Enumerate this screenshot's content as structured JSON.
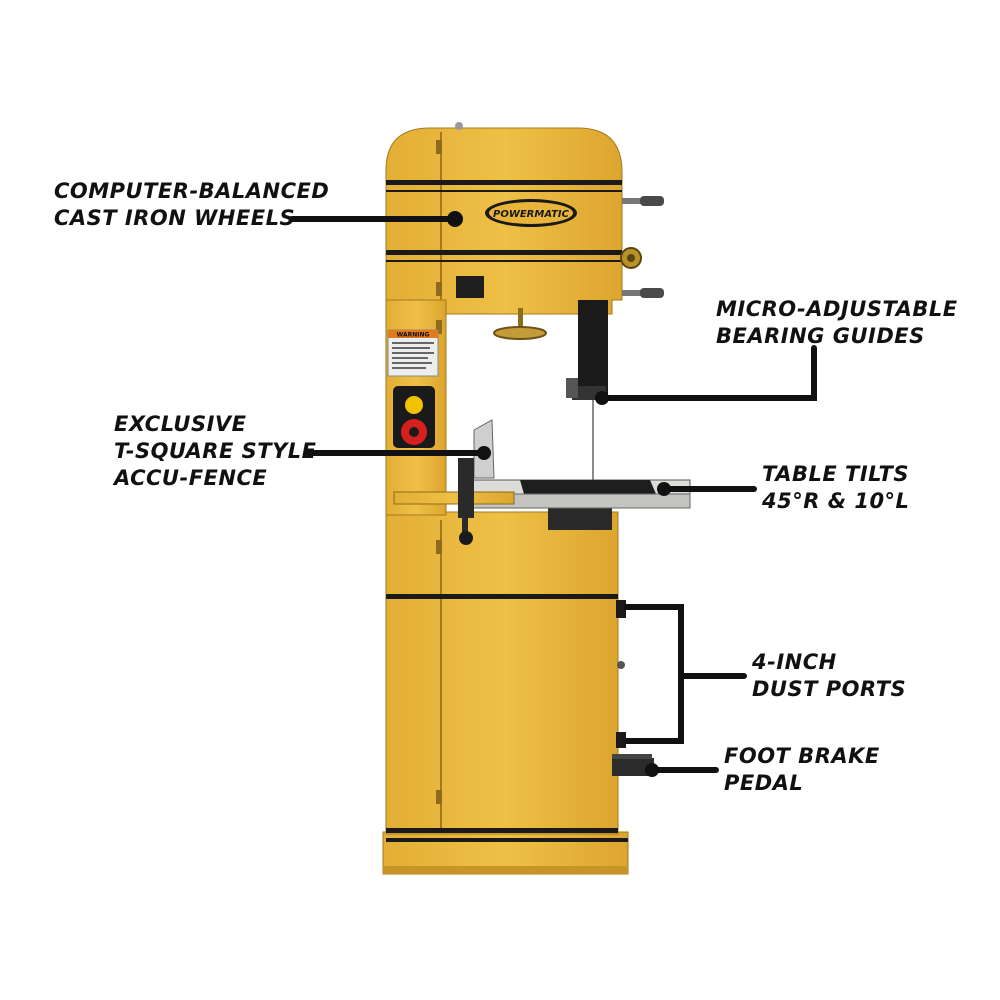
{
  "brand": {
    "logo_text": "POWERMATIC",
    "yellow": "#EBB73A",
    "yellow_shade": "#D9A42C",
    "stripe": "#1A1A1A"
  },
  "machine": {
    "safety_label_text": "WARNING",
    "control_colors": {
      "start": "#F2C200",
      "stop": "#D62020"
    }
  },
  "callouts": {
    "wheels": {
      "line1": "COMPUTER-BALANCED",
      "line2": "CAST IRON WHEELS"
    },
    "guides": {
      "line1": "MICRO-ADJUSTABLE",
      "line2": "BEARING GUIDES"
    },
    "fence": {
      "line1": "EXCLUSIVE",
      "line2": "T-SQUARE STYLE",
      "line3": "ACCU-FENCE"
    },
    "table": {
      "line1": "TABLE TILTS",
      "line2": "45°R & 10°L"
    },
    "dust": {
      "line1": "4-INCH",
      "line2": "DUST PORTS"
    },
    "brake": {
      "line1": "FOOT BRAKE",
      "line2": "PEDAL"
    }
  }
}
